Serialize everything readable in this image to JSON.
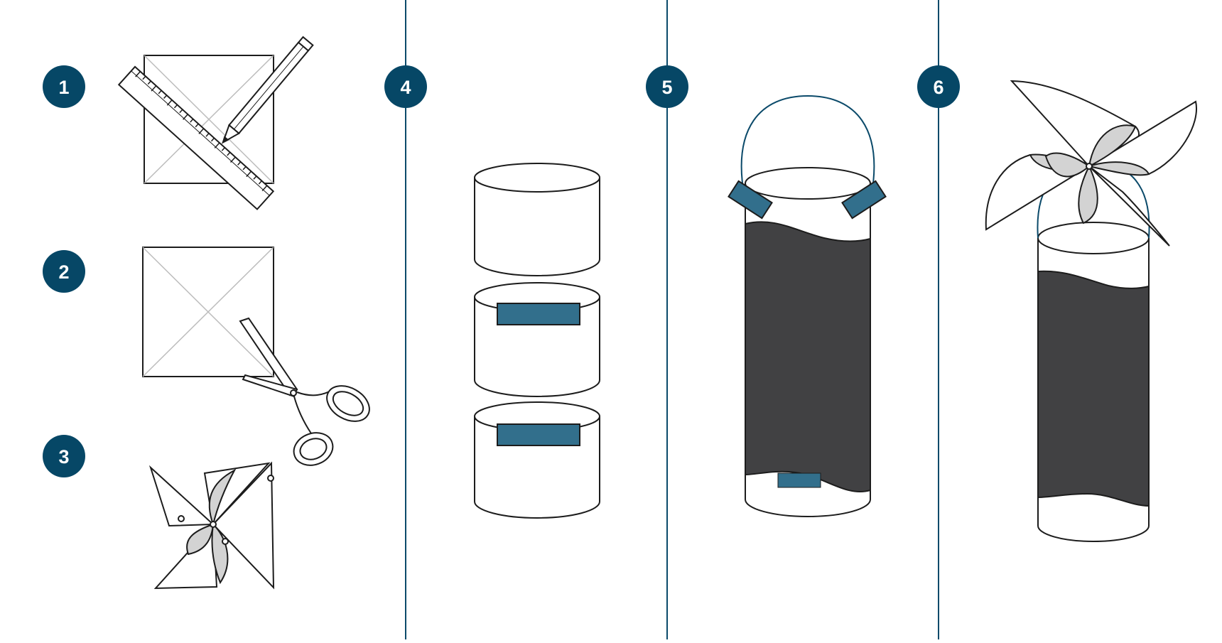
{
  "colors": {
    "badge": "#064766",
    "divider": "#0b4a6a",
    "tape": "#326f8c",
    "band": "#414143",
    "outline": "#1c1c1c",
    "fold_fill": "#d3d3d3",
    "guide_line": "#bdbdbd",
    "background": "#ffffff"
  },
  "steps": [
    {
      "number": "1",
      "icon": "ruler-and-pencil-icon"
    },
    {
      "number": "2",
      "icon": "scissors-icon"
    },
    {
      "number": "3",
      "icon": "small-pinwheel-icon"
    },
    {
      "number": "4",
      "icon": "stacked-rings-icon"
    },
    {
      "number": "5",
      "icon": "tube-with-handle-icon"
    },
    {
      "number": "6",
      "icon": "tube-with-pinwheel-icon"
    }
  ]
}
